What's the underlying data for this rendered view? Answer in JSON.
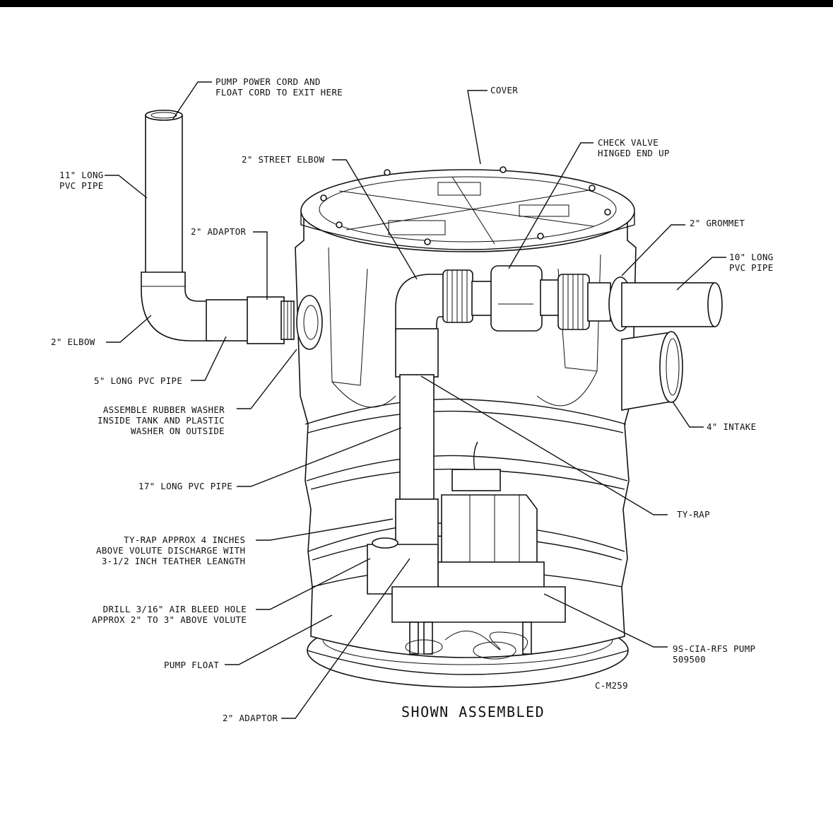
{
  "diagram": {
    "labels": {
      "power_cord": "PUMP POWER CORD AND\nFLOAT CORD TO EXIT HERE",
      "cover": "COVER",
      "pipe_11": "11\" LONG\nPVC PIPE",
      "street_elbow": "2\" STREET ELBOW",
      "check_valve": "CHECK VALVE\nHINGED END UP",
      "adaptor_top": "2\" ADAPTOR",
      "grommet": "2\" GROMMET",
      "pipe_10": "10\" LONG\nPVC PIPE",
      "elbow": "2\" ELBOW",
      "pipe_5": "5\" LONG PVC PIPE",
      "washer": "ASSEMBLE RUBBER WASHER\nINSIDE TANK AND PLASTIC\nWASHER ON OUTSIDE",
      "intake": "4\" INTAKE",
      "pipe_17": "17\" LONG PVC PIPE",
      "ty_rap": "TY-RAP",
      "ty_rap_note": "TY-RAP APPROX 4 INCHES\nABOVE VOLUTE DISCHARGE WITH\n3-1/2 INCH TEATHER LEANGTH",
      "drill": "DRILL 3/16\" AIR BLEED HOLE\nAPPROX 2\" TO 3\" ABOVE VOLUTE",
      "pump_float": "PUMP FLOAT",
      "pump_model": "9S-CIA-RFS PUMP\n509500",
      "drawing_no": "C-M259",
      "adaptor_bottom": "2\" ADAPTOR",
      "caption": "SHOWN ASSEMBLED"
    }
  }
}
